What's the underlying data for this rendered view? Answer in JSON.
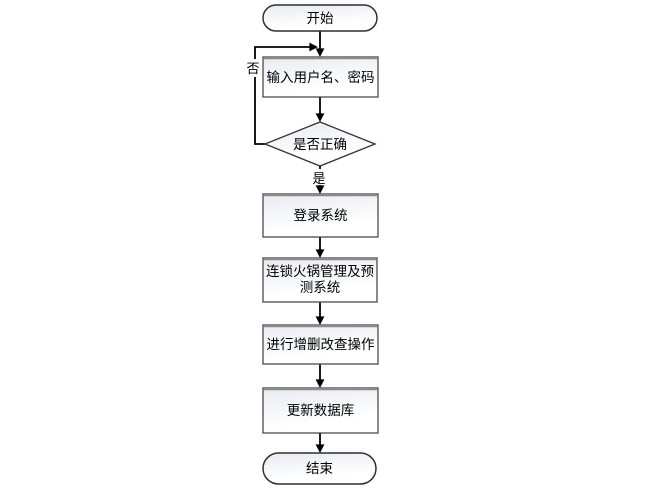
{
  "diagram": {
    "type": "flowchart",
    "nodes": {
      "start": {
        "label": "开始",
        "shape": "terminator"
      },
      "input_credentials": {
        "label": "输入用户名、密码",
        "shape": "process"
      },
      "is_correct": {
        "label": "是否正确",
        "shape": "decision"
      },
      "login_system": {
        "label": "登录系统",
        "shape": "process"
      },
      "management_system": {
        "label_line1": "连锁火锅管理及预",
        "label_line2": "测系统",
        "shape": "process"
      },
      "crud_operations": {
        "label": "进行增删改查操作",
        "shape": "process"
      },
      "update_database": {
        "label": "更新数据库",
        "shape": "process"
      },
      "end": {
        "label": "结束",
        "shape": "terminator"
      }
    },
    "edges": {
      "yes_label": "是",
      "no_label": "否",
      "flow": [
        {
          "from": "start",
          "to": "input_credentials",
          "label": ""
        },
        {
          "from": "input_credentials",
          "to": "is_correct",
          "label": ""
        },
        {
          "from": "is_correct",
          "to": "login_system",
          "label": "是"
        },
        {
          "from": "is_correct",
          "to": "input_credentials",
          "label": "否"
        },
        {
          "from": "login_system",
          "to": "management_system",
          "label": ""
        },
        {
          "from": "management_system",
          "to": "crud_operations",
          "label": ""
        },
        {
          "from": "crud_operations",
          "to": "update_database",
          "label": ""
        },
        {
          "from": "update_database",
          "to": "end",
          "label": ""
        }
      ]
    },
    "colors": {
      "shape_fill_top": "#e7ebf1",
      "shape_fill_bottom": "#ffffff",
      "shape_border": "#4a4a4a",
      "shape_border_top_accent": "#8a8a8a",
      "terminator_border": "#2f2f2f",
      "connector": "#000000",
      "text": "#000000",
      "background": "#ffffff"
    }
  }
}
